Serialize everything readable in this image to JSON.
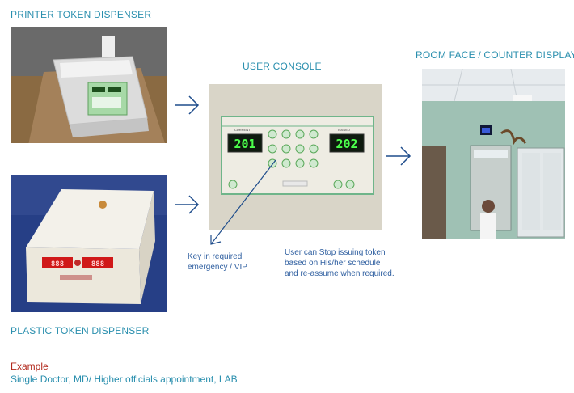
{
  "captions": {
    "printer": "PRINTER TOKEN DISPENSER",
    "console": "USER CONSOLE",
    "room": "ROOM FACE / COUNTER DISPLAY",
    "plastic": "PLASTIC TOKEN DISPENSER"
  },
  "notes": {
    "key_line1": "Key in required",
    "key_line2": "emergency / VIP",
    "stop_line1": "User can Stop issuing token",
    "stop_line2": "based on His/her schedule",
    "stop_line3": "and re-assume when required."
  },
  "console_display": {
    "current": "201",
    "issued": "202"
  },
  "example": {
    "title": "Example",
    "text": "Single Doctor, MD/ Higher officials appointment, LAB"
  },
  "colors": {
    "caption": "#2a8fae",
    "note": "#2f5fa0",
    "example_title": "#b2281c",
    "arrow": "#1f4d8c",
    "led_green": "#4cff4c",
    "led_red": "#ff3b3b"
  }
}
